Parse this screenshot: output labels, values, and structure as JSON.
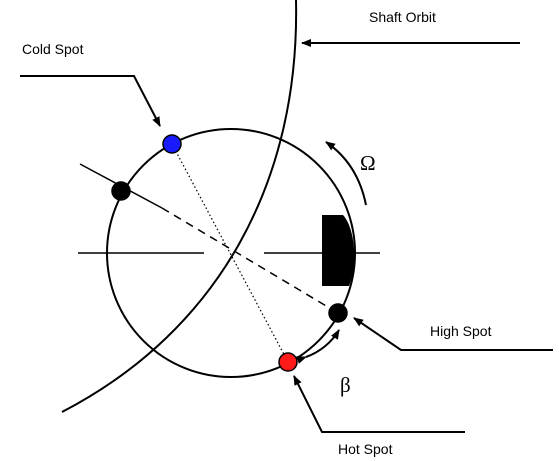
{
  "labels": {
    "shaft_orbit": "Shaft  Orbit",
    "cold_spot": "Cold Spot",
    "high_spot": "High Spot",
    "hot_spot": "Hot Spot",
    "omega": "Ω",
    "beta": "β"
  },
  "colors": {
    "cold_spot": "#1a1aff",
    "hot_spot": "#ff1a1a",
    "high_spot": "#000000",
    "extra_spot": "#000000",
    "pad": "#000000",
    "line": "#000000"
  }
}
